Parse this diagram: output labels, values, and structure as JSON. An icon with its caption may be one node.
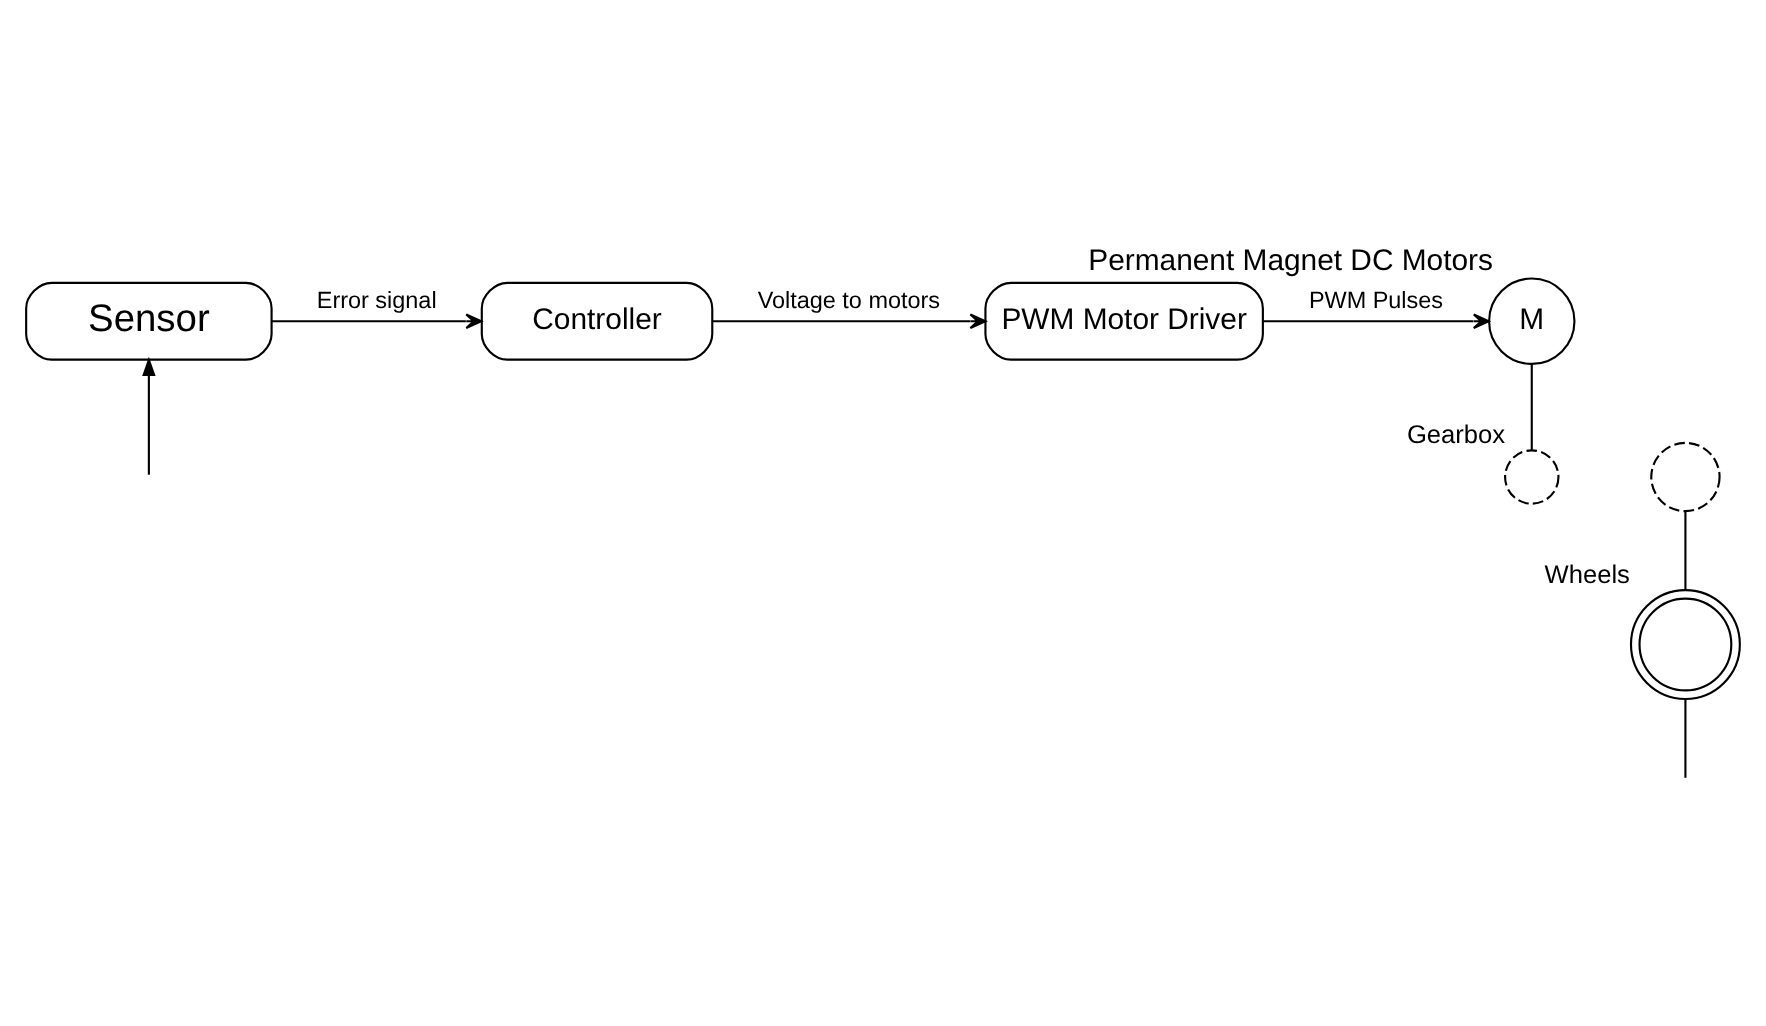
{
  "diagram": {
    "nodes": [
      {
        "text": [
          "Sensor"
        ]
      },
      {
        "text": [
          "Controller"
        ]
      },
      {
        "text": [
          "PWM Motor Driver"
        ]
      },
      {
        "text": [
          "M"
        ],
        "beside": [
          "Permanent Magnet DC Motors"
        ]
      },
      {
        "text": [],
        "shape": "circle",
        "beside": [
          "Gearbox"
        ]
      },
      {
        "text": [],
        "shape": "circle"
      },
      {
        "text": [],
        "shape": "circle",
        "beside": [
          "Wheels"
        ]
      }
    ],
    "edges": [
      {
        "from": 0,
        "to": 1,
        "arrow": "to",
        "label": "Error signal"
      },
      {
        "from": 1,
        "to": 2,
        "arrow": "to",
        "label": "Voltage to motors"
      },
      {
        "from": 2,
        "to": 3,
        "arrow": "to",
        "label": "PWM Pulses"
      },
      {
        "from": 3,
        "to": 4,
        "arrow": "none"
      },
      {
        "from": 5,
        "to": 6,
        "arrow": "none"
      },
      {
        "from": 6,
        "to": null,
        "arrow": "none"
      },
      {
        "from": null,
        "to": 0,
        "arrow": "to"
      }
    ]
  }
}
